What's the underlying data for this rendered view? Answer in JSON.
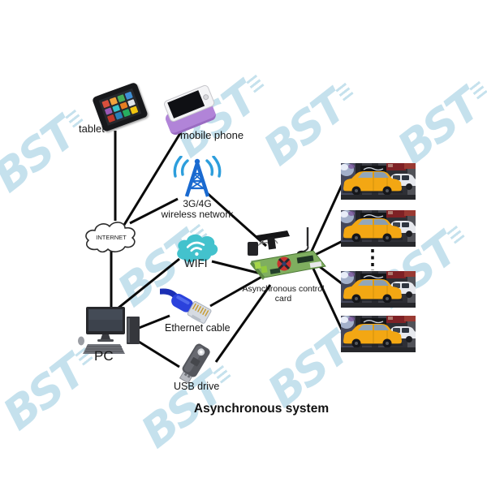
{
  "diagram_title": "Asynchronous system",
  "watermark": {
    "text": "BST",
    "color": "#96c9de"
  },
  "nodes": {
    "tablet": {
      "label": "tablet"
    },
    "mobile_phone": {
      "label": "mobile phone"
    },
    "cellular": {
      "label_top": "3G/4G",
      "label_bottom": "wireless network"
    },
    "internet": {
      "label": "INTERNET"
    },
    "wifi": {
      "label": "WIFI"
    },
    "control_card": {
      "label": "Asynchronous control card"
    },
    "pc": {
      "label": "PC"
    },
    "ethernet": {
      "label": "Ethernet cable"
    },
    "usb": {
      "label": "USB drive"
    }
  },
  "screens": {
    "count": 4,
    "image_description": "yellow taxi street photo on LED display",
    "separator": "vertical dashed ellipsis between screen 2 and 3"
  },
  "edges": [
    [
      "tablet",
      "internet"
    ],
    [
      "mobile_phone",
      "internet"
    ],
    [
      "internet",
      "cellular"
    ],
    [
      "cellular",
      "control_card"
    ],
    [
      "wifi",
      "control_card"
    ],
    [
      "internet",
      "pc"
    ],
    [
      "pc",
      "wifi"
    ],
    [
      "pc",
      "ethernet"
    ],
    [
      "ethernet",
      "control_card"
    ],
    [
      "pc",
      "usb"
    ],
    [
      "usb",
      "control_card"
    ],
    [
      "control_card",
      "screen_1"
    ],
    [
      "control_card",
      "screen_2"
    ],
    [
      "control_card",
      "screen_3"
    ],
    [
      "control_card",
      "screen_4"
    ]
  ],
  "colors": {
    "line": "#0a0a0a",
    "antenna_blue": "#1a6ad0",
    "signal_blue": "#2d9edc",
    "wifi_teal": "#43c2cd",
    "pcb_green": "#7fae5f",
    "taxi_yellow": "#f3a713",
    "phone_case_purple": "#b184d8"
  }
}
